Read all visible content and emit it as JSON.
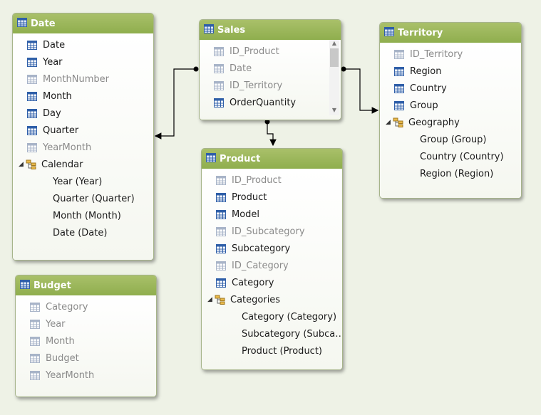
{
  "tables": {
    "date": {
      "title": "Date",
      "fields": [
        {
          "label": "Date",
          "hidden": false
        },
        {
          "label": "Year",
          "hidden": false
        },
        {
          "label": "MonthNumber",
          "hidden": true
        },
        {
          "label": "Month",
          "hidden": false
        },
        {
          "label": "Day",
          "hidden": false
        },
        {
          "label": "Quarter",
          "hidden": false
        },
        {
          "label": "YearMonth",
          "hidden": true
        }
      ],
      "hierarchy": {
        "label": "Calendar",
        "levels": [
          "Year (Year)",
          "Quarter (Quarter)",
          "Month (Month)",
          "Date (Date)"
        ]
      }
    },
    "sales": {
      "title": "Sales",
      "fields": [
        {
          "label": "ID_Product",
          "hidden": true
        },
        {
          "label": "Date",
          "hidden": true
        },
        {
          "label": "ID_Territory",
          "hidden": true
        },
        {
          "label": "OrderQuantity",
          "hidden": false
        }
      ]
    },
    "territory": {
      "title": "Territory",
      "fields": [
        {
          "label": "ID_Territory",
          "hidden": true
        },
        {
          "label": "Region",
          "hidden": false
        },
        {
          "label": "Country",
          "hidden": false
        },
        {
          "label": "Group",
          "hidden": false
        }
      ],
      "hierarchy": {
        "label": "Geography",
        "levels": [
          "Group (Group)",
          "Country (Country)",
          "Region (Region)"
        ]
      }
    },
    "product": {
      "title": "Product",
      "fields": [
        {
          "label": "ID_Product",
          "hidden": true
        },
        {
          "label": "Product",
          "hidden": false
        },
        {
          "label": "Model",
          "hidden": false
        },
        {
          "label": "ID_Subcategory",
          "hidden": true
        },
        {
          "label": "Subcategory",
          "hidden": false
        },
        {
          "label": "ID_Category",
          "hidden": true
        },
        {
          "label": "Category",
          "hidden": false
        }
      ],
      "hierarchy": {
        "label": "Categories",
        "levels": [
          "Category (Category)",
          "Subcategory (Subca…",
          "Product (Product)"
        ]
      }
    },
    "budget": {
      "title": "Budget",
      "fields": [
        {
          "label": "Category",
          "hidden": true
        },
        {
          "label": "Year",
          "hidden": true
        },
        {
          "label": "Month",
          "hidden": true
        },
        {
          "label": "Budget",
          "hidden": true
        },
        {
          "label": "YearMonth",
          "hidden": true
        }
      ]
    }
  },
  "colors": {
    "header": "#8fae4e",
    "canvas": "#eef2e6",
    "hidden_text": "#8a8a8a",
    "icon_blue": "#2f5fa8"
  },
  "icons": {
    "table": "table-icon",
    "column": "column-icon",
    "hierarchy": "hierarchy-icon"
  }
}
